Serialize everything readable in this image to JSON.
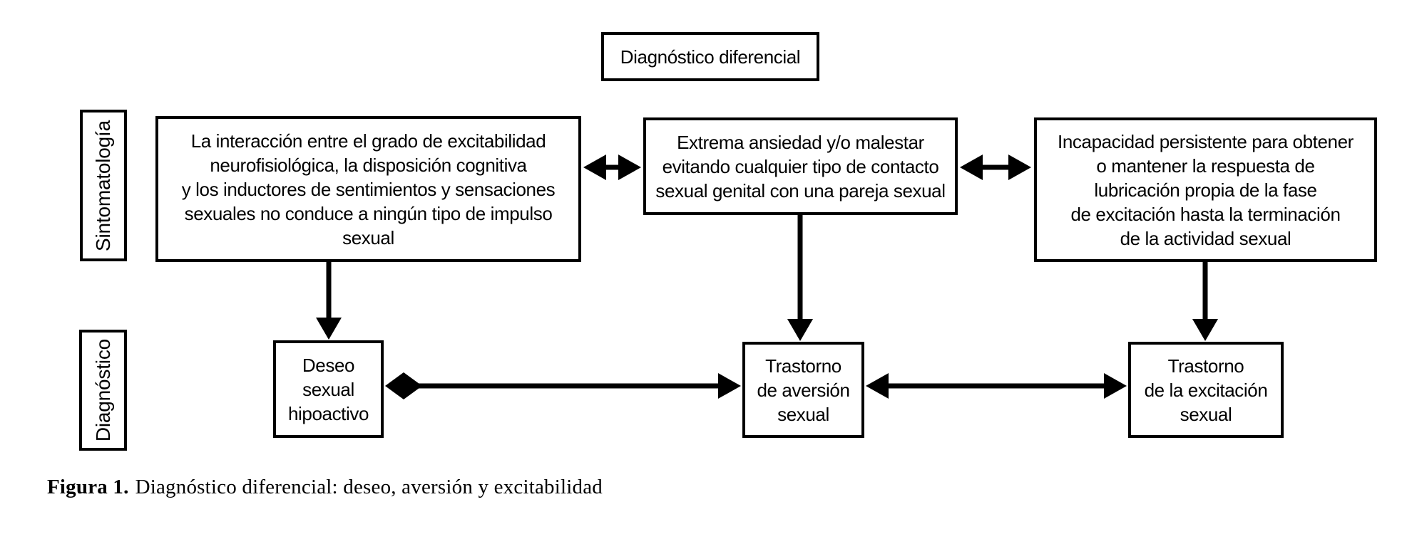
{
  "diagram": {
    "header_box": {
      "label": "Diagnóstico diferencial"
    },
    "side_labels": {
      "symptoms": "Sintomatología",
      "diagnosis": "Diagnóstico"
    },
    "symptoms_row": [
      {
        "id": "hypoactive-desire-symptoms",
        "lines": [
          "La interacción entre el grado de excitabilidad",
          "neurofisiológica, la disposición cognitiva",
          "y los inductores de sentimientos y sensaciones",
          "sexuales no conduce a ningún tipo de impulso",
          "sexual"
        ]
      },
      {
        "id": "aversion-symptoms",
        "lines": [
          "Extrema ansiedad y/o malestar",
          "evitando cualquier tipo de contacto",
          "sexual genital con una pareja sexual"
        ]
      },
      {
        "id": "excitation-symptoms",
        "lines": [
          "Incapacidad persistente para obtener",
          "o mantener la respuesta de",
          "lubricación propia de la fase",
          "de excitación hasta la terminación",
          "de la actividad sexual"
        ]
      }
    ],
    "diagnosis_row": [
      {
        "id": "hypoactive-desire-diagnosis",
        "lines": [
          "Deseo",
          "sexual",
          "hipoactivo"
        ]
      },
      {
        "id": "aversion-diagnosis",
        "lines": [
          "Trastorno",
          "de aversión",
          "sexual"
        ]
      },
      {
        "id": "excitation-diagnosis",
        "lines": [
          "Trastorno",
          "de la excitación",
          "sexual"
        ]
      }
    ],
    "caption": {
      "prefix": "Figura 1.",
      "text": "Diagnóstico diferencial: deseo, aversión y excitabilidad"
    }
  },
  "colors": {
    "ink": "#000000",
    "paper": "#ffffff"
  }
}
